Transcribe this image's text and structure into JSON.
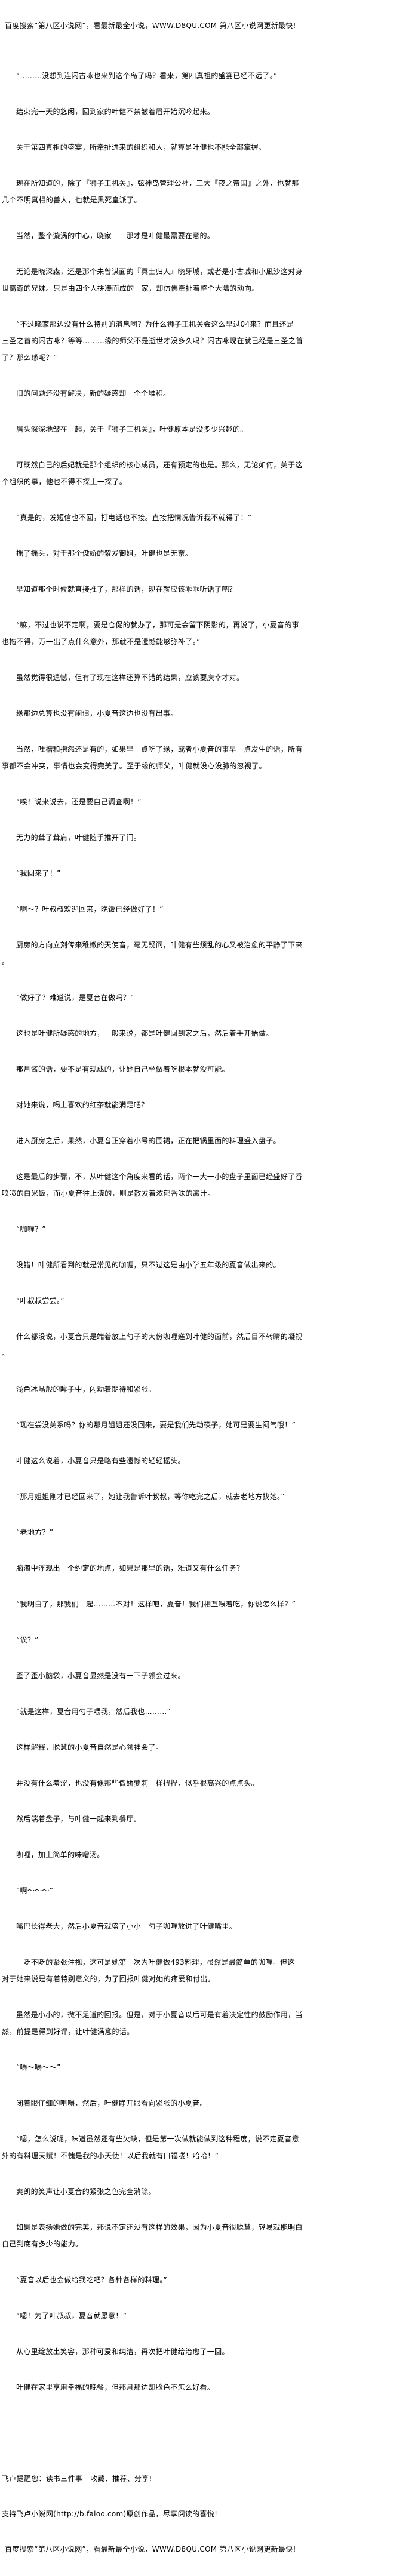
{
  "banner": "百度搜索“第八区小说网”，看最新最全小说，WWW.D8QU.COM  第八区小说网更新最快!",
  "paragraphs": [
    [
      "“………没想到连闲古咏也来到这个岛了吗？看来，第四真祖的盛宴已经不远了。”"
    ],
    [
      "结束完一天的悠闲，回到家的叶健不禁皱着眉开始沉吟起来。"
    ],
    [
      "关于第四真祖的盛宴，所牵扯进来的组织和人，就算是叶健也不能全部掌握。"
    ],
    [
      "现在所知道的，除了『狮子王机关』，弦神岛管理公社，三大『夜之帝国』之外，也就那",
      "几个不明真相的兽人，也就是黑死皇派了。"
    ],
    [
      "当然，整个漩涡的中心，晓家——那才是叶健最需要在意的。"
    ],
    [
      "无论是晓深森，还是那个未曾谋面的『冥土归人』晓牙城，或者是小古城和小凪沙这对身",
      "世离奇的兄妹。只是由四个人拼凑而成的一家，却仿佛牵扯着整个大陆的动向。"
    ],
    [
      "“不过晓家那边没有什么特别的消息啊？为什么狮子王机关会这么早过04来？而且还是",
      "三圣之首的闲古咏？等等………缘的师父不是逝世才没多久吗？闲古咏现在就已经是三圣之首",
      "了？那么缘呢？”"
    ],
    [
      "旧的问题还没有解决，新的疑惑却一个个堆积。"
    ],
    [
      "眉头深深地皱在一起，关于『狮子王机关』，叶健原本是没多少兴趣的。"
    ],
    [
      "可既然自己的后妃就是那个组织的核心成员，还有预定的也是。那么，无论如何，关于这",
      "个组织的事，他也不得不探上一探了。"
    ],
    [
      "“真是的，发短信也不回，打电话也不接。直接把情况告诉我不就得了！”"
    ],
    [
      "摇了摇头，对于那个傲娇的紫发御姐，叶健也是无奈。"
    ],
    [
      "早知道那个时候就直接推了，那样的话，现在就应该乖乖听话了吧？"
    ],
    [
      "“嘛，不过也说不定啊，要是仓促的就办了，那可是会留下阴影的，再说了，小夏音的事",
      "也拖不得，万一出了点什么意外，那就不是遗憾能够弥补了。”"
    ],
    [
      "虽然觉得很遗憾，但有了现在这样还算不错的结果，应该要庆幸才对。"
    ],
    [
      "缘那边总算也没有闹僵，小夏音这边也没有出事。"
    ],
    [
      "当然，吐槽和抱怨还是有的，如果早一点吃了缘，或者小夏音的事早一点发生的话，所有",
      "事都不会冲突，事情也会变得完美了。至于缘的师父，叶健就没心没肺的忽视了。"
    ],
    [
      "“唉！说来说去，还是要自己调查啊！”"
    ],
    [
      "无力的耸了耸肩，叶健随手推开了门。"
    ],
    [
      "“我回来了！”"
    ],
    [
      "“啊～？叶叔叔欢迎回来，晚饭已经做好了！”"
    ],
    [
      "厨房的方向立刻传来稚嫩的天使音，毫无疑问，叶健有些烦乱的心又被治愈的平静了下来",
      "。"
    ],
    [
      "“做好了？难道说，是夏音在做吗？”"
    ],
    [
      "这也是叶健所疑惑的地方，一般来说，都是叶健回到家之后，然后着手开始做。"
    ],
    [
      "那月酱的话，要不是有现成的，让她自己坐做着吃根本就没可能。"
    ],
    [
      "对她来说，喝上喜欢的红茶就能满足吧？"
    ],
    [
      "进入厨房之后，果然，小夏音正穿着小号的围裙，正在把锅里面的料理盛入盘子。"
    ],
    [
      "这是最后的步骤，不，从叶健这个角度来看的话，两个一大一小的盘子里面已经盛好了香",
      "喷喷的白米饭，而小夏音往上浇的，则是散发着浓郁香味的酱汁。"
    ],
    [
      "“咖喱？”"
    ],
    [
      "没错！叶健所看到的就是常见的咖喱，只不过这是由小学五年级的夏音做出来的。"
    ],
    [
      "“叶叔叔尝尝。”"
    ],
    [
      "什么都没说，小夏音只是端着放上勺子的大份咖喱递到叶健的面前，然后目不转睛的凝视",
      "。"
    ],
    [
      "浅色冰晶般的眸子中，闪动着期待和紧张。"
    ],
    [
      "“现在尝没关系吗？你的那月姐姐还没回来，要是我们先动筷子，她可是要生闷气哦！”"
    ],
    [
      "叶健这么说着，小夏音只是略有些遗憾的轻轻摇头。"
    ],
    [
      "“那月姐姐刚才已经回来了，她让我告诉叶叔叔，等你吃完之后，就去老地方找她。”"
    ],
    [
      "“老地方？”"
    ],
    [
      "脑海中浮现出一个约定的地点，如果是那里的话，难道又有什么任务？"
    ],
    [
      "“我明白了，那我们一起………不对！这样吧，夏音！我们相互喂着吃，你说怎么样？”"
    ],
    [
      "“诶？”"
    ],
    [
      "歪了歪小脑袋，小夏音显然是没有一下子领会过来。"
    ],
    [
      "“就是这样，夏音用勺子喂我，然后我也………”"
    ],
    [
      "这样解释，聪慧的小夏音自然是心领神会了。"
    ],
    [
      "并没有什么羞涩，也没有像那些傲娇萝莉一样扭捏，似乎很高兴的点点头。"
    ],
    [
      "然后端着盘子，与叶健一起来到餐厅。"
    ],
    [
      "咖喱，加上简单的味噌汤。"
    ],
    [
      "“啊～～～”"
    ],
    [
      "嘴巴长得老大，然后小夏音就盛了小小一勺子咖喱放进了叶健嘴里。"
    ],
    [
      "一眨不眨的紧张注视，这可是她第一次为叶健做493料理，虽然是最简单的咖喱。但这",
      "对于她来说是有着特别意义的，为了回报叶健对她的疼爱和付出。"
    ],
    [
      "虽然是小小的，微不足道的回报。但是，对于小夏音以后可是有着决定性的鼓励作用，当",
      "然，前提是得到好评，让叶健满意的话。"
    ],
    [
      "“嚼～嚼～～”"
    ],
    [
      "闭着眼仔细的咀嚼，然后，叶健睁开眼看向紧张的小夏音。"
    ],
    [
      "“嗯，怎么说呢，味道虽然还有些欠缺，但是第一次做就能做到这种程度，说不定夏音意",
      "外的有料理天赋！不愧是我的小天使！以后我就有口福喽！哈哈！”"
    ],
    [
      "爽朗的笑声让小夏音的紧张之色完全消除。"
    ],
    [
      "如果是表扬她做的完美，那说不定还没有这样的效果，因为小夏音很聪慧，轻易就能明白",
      "自己到底有多少的能力。"
    ],
    [
      "“夏音以后也会做给我吃吧？各种各样的料理。”"
    ],
    [
      "“嗯！为了叶叔叔，夏音就愿意！”"
    ],
    [
      "从心里绽放出笑容，那种可爱和纯洁，再次把叶健给治愈了一回。"
    ],
    [
      "叶健在家里享用幸福的晚餐，但那月那边却脸色不怎么好看。"
    ]
  ],
  "footer": {
    "reminder": "飞卢提醒您：读书三件事 - 收藏、推荐、分享!",
    "support": "支持飞卢小说网(http://b.faloo.com)原创作品，尽享阅读的喜悦!"
  }
}
